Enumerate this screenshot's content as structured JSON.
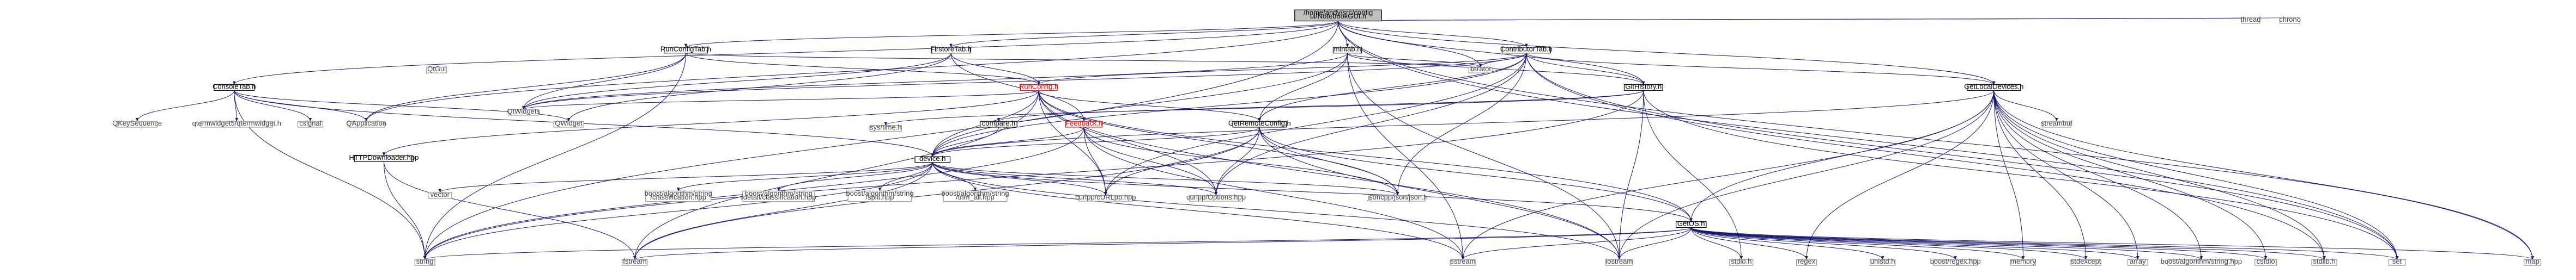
{
  "colors": {
    "background": "#ffffff",
    "edge": "#191970",
    "root_fill": "#bfbfbf",
    "missing_include": "#ff0000"
  },
  "nodes": [
    {
      "id": "root",
      "lines": [
        "/home/andy/src/config",
        "ui/NotebookGUI.h"
      ],
      "style": "root"
    },
    {
      "id": "runconfigtab",
      "lines": [
        "RunConfigTab.h"
      ],
      "style": "black"
    },
    {
      "id": "firstoretab",
      "lines": [
        "FirstoreTab.h"
      ],
      "style": "black"
    },
    {
      "id": "mintab",
      "lines": [
        "mintab.h"
      ],
      "style": "black"
    },
    {
      "id": "contributortab",
      "lines": [
        "ContributorTab.h"
      ],
      "style": "black"
    },
    {
      "id": "thread",
      "lines": [
        "thread"
      ],
      "style": "sys"
    },
    {
      "id": "chrono",
      "lines": [
        "chrono"
      ],
      "style": "sys"
    },
    {
      "id": "consoletab",
      "lines": [
        "ConsoleTab.h"
      ],
      "style": "black"
    },
    {
      "id": "qtgui",
      "lines": [
        "QtGui"
      ],
      "style": "sys"
    },
    {
      "id": "qtwidgets",
      "lines": [
        "QtWidgets"
      ],
      "style": "sys"
    },
    {
      "id": "runconfig",
      "lines": [
        "RunConfig.h"
      ],
      "style": "red"
    },
    {
      "id": "iterator",
      "lines": [
        "iterator"
      ],
      "style": "sys"
    },
    {
      "id": "githistory",
      "lines": [
        "GitHistory.h"
      ],
      "style": "black"
    },
    {
      "id": "getlocaldevices",
      "lines": [
        "GetLocalDevices.h"
      ],
      "style": "black"
    },
    {
      "id": "qkeysequence",
      "lines": [
        "QKeySequence"
      ],
      "style": "sys"
    },
    {
      "id": "qterminal",
      "lines": [
        "qtermwidget5/qtermwidget.h"
      ],
      "style": "sys"
    },
    {
      "id": "csignal",
      "lines": [
        "csignal"
      ],
      "style": "sys"
    },
    {
      "id": "qapplication",
      "lines": [
        "QApplication"
      ],
      "style": "sys"
    },
    {
      "id": "qwidget",
      "lines": [
        "QWidget"
      ],
      "style": "sys"
    },
    {
      "id": "httpdownloader",
      "lines": [
        "HTTPDownloader.hpp"
      ],
      "style": "black"
    },
    {
      "id": "systime",
      "lines": [
        "sys/time.h"
      ],
      "style": "sys"
    },
    {
      "id": "compare",
      "lines": [
        "compare.h"
      ],
      "style": "black"
    },
    {
      "id": "feedback",
      "lines": [
        "Feedback.h"
      ],
      "style": "red"
    },
    {
      "id": "getremoteconfig",
      "lines": [
        "GetRemoteConfig.h"
      ],
      "style": "black"
    },
    {
      "id": "streambuf",
      "lines": [
        "streambuf"
      ],
      "style": "sys"
    },
    {
      "id": "device",
      "lines": [
        "device.h"
      ],
      "style": "black"
    },
    {
      "id": "vector",
      "lines": [
        "vector"
      ],
      "style": "sys"
    },
    {
      "id": "classification",
      "lines": [
        "boost/algorithm/string",
        "/classification.hpp"
      ],
      "style": "sys"
    },
    {
      "id": "detailclass",
      "lines": [
        "boost/algorithm/string",
        "/detail/classification.hpp"
      ],
      "style": "sys"
    },
    {
      "id": "split",
      "lines": [
        "boost/algorithm/string",
        "/split.hpp"
      ],
      "style": "sys"
    },
    {
      "id": "trimall",
      "lines": [
        "boost/algorithm/string",
        "/trim_all.hpp"
      ],
      "style": "sys"
    },
    {
      "id": "curlcpp",
      "lines": [
        "curlpp/cURLpp.hpp"
      ],
      "style": "sys"
    },
    {
      "id": "curlopts",
      "lines": [
        "curlpp/Options.hpp"
      ],
      "style": "sys"
    },
    {
      "id": "jsoncpp",
      "lines": [
        "jsoncpp/json/json.h"
      ],
      "style": "sys"
    },
    {
      "id": "gitos",
      "lines": [
        "GetOS.h"
      ],
      "style": "black"
    },
    {
      "id": "string",
      "lines": [
        "string"
      ],
      "style": "sys"
    },
    {
      "id": "fstream",
      "lines": [
        "fstream"
      ],
      "style": "sys"
    },
    {
      "id": "sstream",
      "lines": [
        "sstream"
      ],
      "style": "sys"
    },
    {
      "id": "iostream",
      "lines": [
        "iostream"
      ],
      "style": "sys"
    },
    {
      "id": "stdioh",
      "lines": [
        "stdio.h"
      ],
      "style": "sys"
    },
    {
      "id": "regex",
      "lines": [
        "regex"
      ],
      "style": "sys"
    },
    {
      "id": "unistd",
      "lines": [
        "unistd.h"
      ],
      "style": "sys"
    },
    {
      "id": "boostregex",
      "lines": [
        "boost/regex.hpp"
      ],
      "style": "sys"
    },
    {
      "id": "memory",
      "lines": [
        "memory"
      ],
      "style": "sys"
    },
    {
      "id": "stdexcept",
      "lines": [
        "stdexcept"
      ],
      "style": "sys"
    },
    {
      "id": "array",
      "lines": [
        "array"
      ],
      "style": "sys"
    },
    {
      "id": "boostalgstring",
      "lines": [
        "boost/algorithm/string.hpp"
      ],
      "style": "sys"
    },
    {
      "id": "cstdio",
      "lines": [
        "cstdio"
      ],
      "style": "sys"
    },
    {
      "id": "stdlibh",
      "lines": [
        "stdlib.h"
      ],
      "style": "sys"
    },
    {
      "id": "set",
      "lines": [
        "set"
      ],
      "style": "sys"
    },
    {
      "id": "map",
      "lines": [
        "map"
      ],
      "style": "sys"
    }
  ],
  "edges": [
    [
      "root",
      "runconfigtab"
    ],
    [
      "root",
      "firstoretab"
    ],
    [
      "root",
      "mintab"
    ],
    [
      "root",
      "contributortab"
    ],
    [
      "root",
      "thread"
    ],
    [
      "root",
      "chrono"
    ],
    [
      "root",
      "consoletab"
    ],
    [
      "root",
      "string"
    ],
    [
      "root",
      "qapplication"
    ],
    [
      "root",
      "iterator"
    ],
    [
      "root",
      "set"
    ],
    [
      "root",
      "map"
    ],
    [
      "root",
      "githistory"
    ],
    [
      "root",
      "getlocaldevices"
    ],
    [
      "runconfigtab",
      "qtwidgets"
    ],
    [
      "runconfigtab",
      "runconfig"
    ],
    [
      "runconfigtab",
      "qapplication"
    ],
    [
      "runconfigtab",
      "string"
    ],
    [
      "runconfigtab",
      "iterator"
    ],
    [
      "firstoretab",
      "qtwidgets"
    ],
    [
      "firstoretab",
      "runconfig"
    ],
    [
      "firstoretab",
      "feedback"
    ],
    [
      "firstoretab",
      "qwidget"
    ],
    [
      "mintab",
      "qtwidgets"
    ],
    [
      "mintab",
      "githistory"
    ],
    [
      "mintab",
      "getremoteconfig"
    ],
    [
      "mintab",
      "device"
    ],
    [
      "mintab",
      "iterator"
    ],
    [
      "mintab",
      "sstream"
    ],
    [
      "mintab",
      "iostream"
    ],
    [
      "contributortab",
      "qtwidgets"
    ],
    [
      "contributortab",
      "githistory"
    ],
    [
      "contributortab",
      "getlocaldevices"
    ],
    [
      "contributortab",
      "getremoteconfig"
    ],
    [
      "contributortab",
      "device"
    ],
    [
      "contributortab",
      "runconfig"
    ],
    [
      "contributortab",
      "curlcpp"
    ],
    [
      "contributortab",
      "curlopts"
    ],
    [
      "contributortab",
      "jsoncpp"
    ],
    [
      "contributortab",
      "iterator"
    ],
    [
      "contributortab",
      "stdlibh"
    ],
    [
      "contributortab",
      "set"
    ],
    [
      "consoletab",
      "qkeysequence"
    ],
    [
      "consoletab",
      "qterminal"
    ],
    [
      "consoletab",
      "csignal"
    ],
    [
      "consoletab",
      "qapplication"
    ],
    [
      "consoletab",
      "qwidget"
    ],
    [
      "consoletab",
      "device"
    ],
    [
      "consoletab",
      "string"
    ],
    [
      "runconfig",
      "qtwidgets"
    ],
    [
      "runconfig",
      "device"
    ],
    [
      "runconfig",
      "getremoteconfig"
    ],
    [
      "runconfig",
      "gitos"
    ],
    [
      "runconfig",
      "httpdownloader"
    ],
    [
      "runconfig",
      "curlcpp"
    ],
    [
      "runconfig",
      "curlopts"
    ],
    [
      "runconfig",
      "jsoncpp"
    ],
    [
      "runconfig",
      "fstream"
    ],
    [
      "runconfig",
      "iostream"
    ],
    [
      "githistory",
      "compare"
    ],
    [
      "githistory",
      "systime"
    ],
    [
      "githistory",
      "string"
    ],
    [
      "githistory",
      "stdioh"
    ],
    [
      "githistory",
      "iostream"
    ],
    [
      "githistory",
      "set"
    ],
    [
      "getlocaldevices",
      "device"
    ],
    [
      "getlocaldevices",
      "gitos"
    ],
    [
      "getlocaldevices",
      "streambuf"
    ],
    [
      "getlocaldevices",
      "iostream"
    ],
    [
      "getlocaldevices",
      "regex"
    ],
    [
      "getlocaldevices",
      "sstream"
    ],
    [
      "getlocaldevices",
      "memory"
    ],
    [
      "getlocaldevices",
      "stdexcept"
    ],
    [
      "getlocaldevices",
      "array"
    ],
    [
      "getlocaldevices",
      "boostalgstring"
    ],
    [
      "getlocaldevices",
      "cstdio"
    ],
    [
      "getlocaldevices",
      "stdlibh"
    ],
    [
      "getlocaldevices",
      "set"
    ],
    [
      "getlocaldevices",
      "map"
    ],
    [
      "httpdownloader",
      "string"
    ],
    [
      "httpdownloader",
      "fstream"
    ],
    [
      "compare",
      "device"
    ],
    [
      "feedback",
      "device"
    ],
    [
      "feedback",
      "curlcpp"
    ],
    [
      "feedback",
      "curlopts"
    ],
    [
      "feedback",
      "jsoncpp"
    ],
    [
      "feedback",
      "string"
    ],
    [
      "feedback",
      "sstream"
    ],
    [
      "getremoteconfig",
      "device"
    ],
    [
      "getremoteconfig",
      "curlcpp"
    ],
    [
      "getremoteconfig",
      "curlopts"
    ],
    [
      "getremoteconfig",
      "jsoncpp"
    ],
    [
      "getremoteconfig",
      "fstream"
    ],
    [
      "getremoteconfig",
      "iostream"
    ],
    [
      "getremoteconfig",
      "gitos"
    ],
    [
      "device",
      "vector"
    ],
    [
      "device",
      "classification"
    ],
    [
      "device",
      "detailclass"
    ],
    [
      "device",
      "split"
    ],
    [
      "device",
      "trimall"
    ],
    [
      "device",
      "string"
    ],
    [
      "device",
      "fstream"
    ],
    [
      "device",
      "sstream"
    ],
    [
      "device",
      "iostream"
    ],
    [
      "device",
      "curlcpp"
    ],
    [
      "device",
      "curlopts"
    ],
    [
      "device",
      "jsoncpp"
    ],
    [
      "device",
      "gitos"
    ],
    [
      "gitos",
      "string"
    ],
    [
      "gitos",
      "fstream"
    ],
    [
      "gitos",
      "sstream"
    ],
    [
      "gitos",
      "iostream"
    ],
    [
      "gitos",
      "stdioh"
    ],
    [
      "gitos",
      "regex"
    ],
    [
      "gitos",
      "unistd"
    ],
    [
      "gitos",
      "boostregex"
    ],
    [
      "gitos",
      "memory"
    ],
    [
      "gitos",
      "stdexcept"
    ],
    [
      "gitos",
      "array"
    ],
    [
      "gitos",
      "boostalgstring"
    ],
    [
      "gitos",
      "cstdio"
    ],
    [
      "gitos",
      "stdlibh"
    ],
    [
      "gitos",
      "set"
    ],
    [
      "gitos",
      "map"
    ]
  ]
}
